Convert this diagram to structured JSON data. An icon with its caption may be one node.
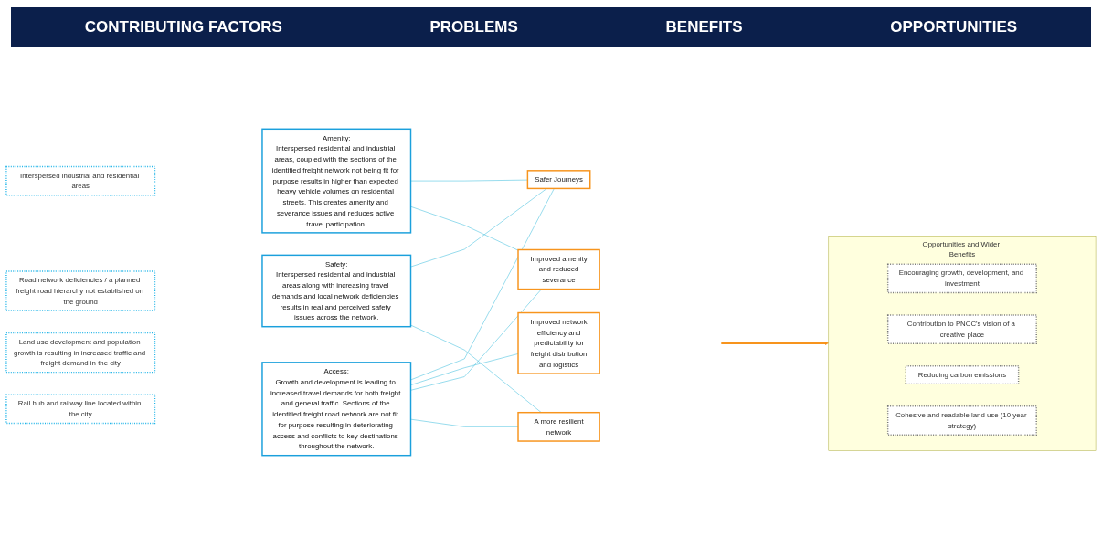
{
  "diagram": {
    "nodes": [
      {
        "text": [
          "Road network deficiencies / a planned freight road hierarchy not established on the ground"
        ]
      },
      {
        "text": [
          "Interspersed industrial and residential areas"
        ]
      },
      {
        "text": [
          "Land use development and population growth is resulting in increased traffic and freight demand in the city"
        ]
      },
      {
        "text": [
          "Rail hub and railway line located within the city"
        ]
      },
      {
        "text": [
          "Safety:",
          "Interspersed residential and industrial areas along with increasing travel demands and local network deficiencies results in real and perceived safety issues across the network."
        ]
      },
      {
        "text": [
          "Amenity:",
          "Interspersed residential and industrial areas, coupled with the sections of the identified freight network not being fit for purpose results in higher than expected heavy vehicle volumes on residential streets. This creates amenity and severance issues and reduces active travel participation."
        ]
      },
      {
        "text": [
          "Access:",
          "Growth and development is leading to increased travel demands for both freight and general traffic. Sections of the identified freight road network are not fit for purpose resulting in deteriorating access and conflicts to key destinations throughout the network."
        ]
      },
      {
        "text": [
          "Safer Journeys"
        ]
      },
      {
        "text": [
          "Improved network efficiency and predictability for freight distribution and logistics"
        ]
      },
      {
        "text": [
          "Improved amenity and reduced severance"
        ]
      },
      {
        "text": [
          "A more resilient network"
        ]
      },
      {
        "text": [
          "Opportunities and Wider Benefits"
        ]
      },
      {
        "text": [
          "Encouraging growth, development, and investment"
        ],
        "in": 11
      },
      {
        "text": [
          "Contribution to PNCC's vision of a creative place"
        ],
        "in": 11
      },
      {
        "text": [
          "Reducing carbon emissions"
        ],
        "in": 11
      },
      {
        "text": [
          "Cohesive and readable land use (10 year strategy)"
        ],
        "in": 11
      }
    ],
    "edges": [
      {
        "from": 4,
        "to": 7,
        "arrow": "none"
      },
      {
        "from": 4,
        "to": 10,
        "arrow": "none"
      },
      {
        "from": 5,
        "to": 7,
        "arrow": "none"
      },
      {
        "from": 5,
        "to": 9,
        "arrow": "none"
      },
      {
        "from": 6,
        "to": 7,
        "arrow": "none"
      },
      {
        "from": 6,
        "to": 8,
        "arrow": "none"
      },
      {
        "from": 6,
        "to": 9,
        "arrow": "none"
      },
      {
        "from": 6,
        "to": 10,
        "arrow": "none"
      },
      {
        "from": null,
        "to": 11,
        "arrow": "to",
        "style": "thick",
        "color": "#f7941d"
      }
    ],
    "labels": [
      "CONTRIBUTING FACTORS",
      "PROBLEMS",
      "BENEFITS",
      "OPPORTUNITIES"
    ]
  }
}
